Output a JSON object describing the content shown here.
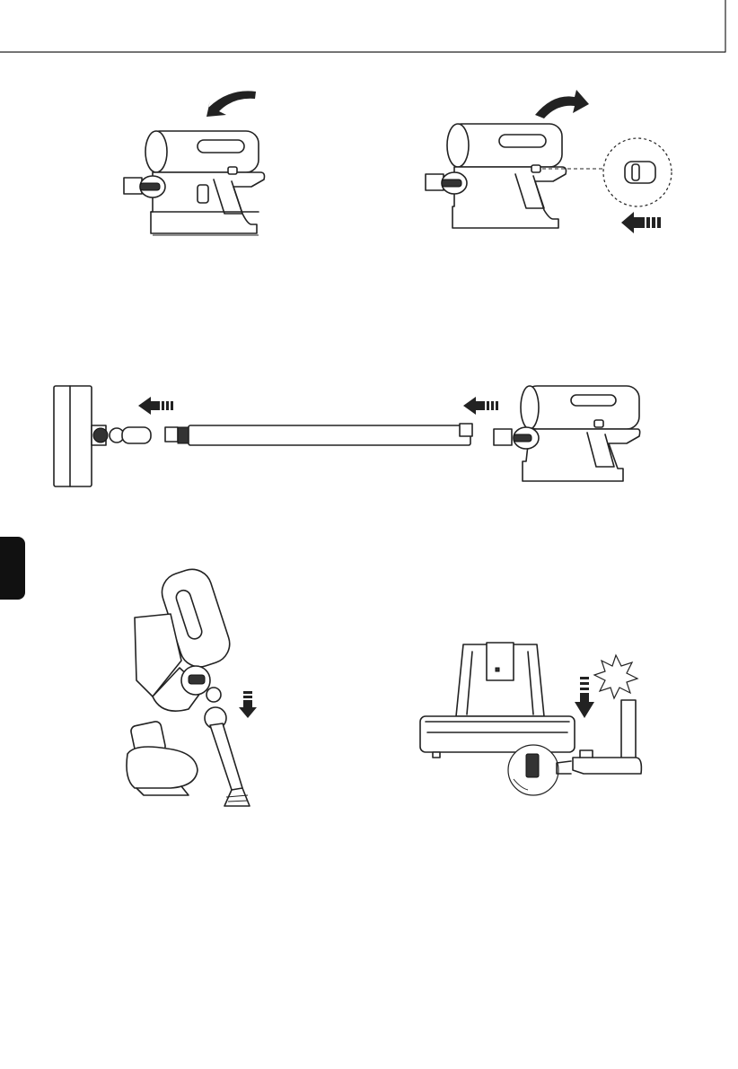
{
  "page": {
    "section_tab_color": "#111111",
    "line_color": "#222222"
  },
  "figures": [
    {
      "id": "fig1",
      "description_icon": "vacuum-open-lid-icon"
    },
    {
      "id": "fig2",
      "description_icon": "vacuum-latch-slide-icon"
    },
    {
      "id": "fig3",
      "description_icon": "vacuum-assembly-tube-icon"
    },
    {
      "id": "fig4",
      "description_icon": "vacuum-crevice-tool-icon"
    },
    {
      "id": "fig5",
      "description_icon": "charging-dock-icon"
    }
  ]
}
